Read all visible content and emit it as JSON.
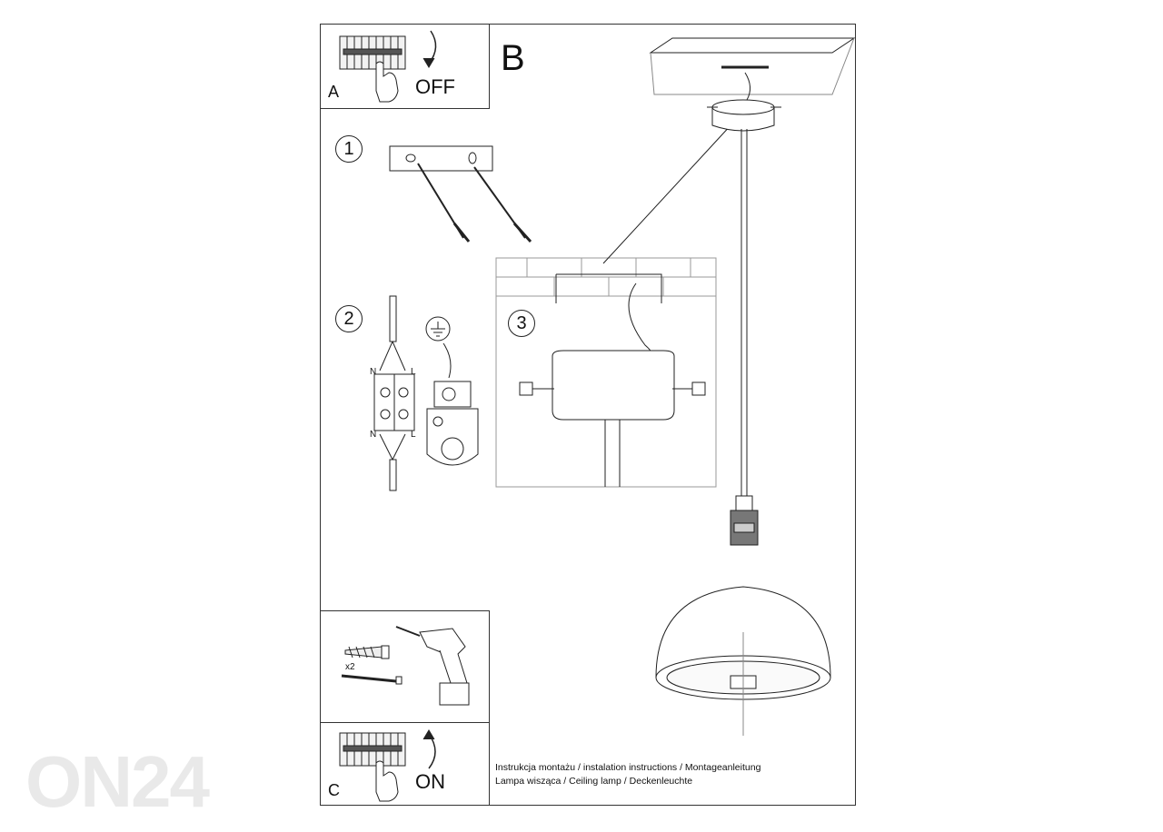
{
  "panels": {
    "a": {
      "letter": "A",
      "action": "OFF"
    },
    "b": {
      "letter": "B"
    },
    "c": {
      "letter": "C",
      "action": "ON"
    }
  },
  "steps": [
    "1",
    "2",
    "3"
  ],
  "wiring": {
    "n_top": "N",
    "l_top": "L",
    "n_bottom": "N",
    "l_bottom": "L"
  },
  "tools": {
    "quantity": "x2"
  },
  "caption": {
    "line1": "Instrukcja montażu / instalation instructions / Montageanleitung",
    "line2": "Lampa wisząca / Ceiling lamp  / Deckenleuchte"
  },
  "watermark": "ON24"
}
